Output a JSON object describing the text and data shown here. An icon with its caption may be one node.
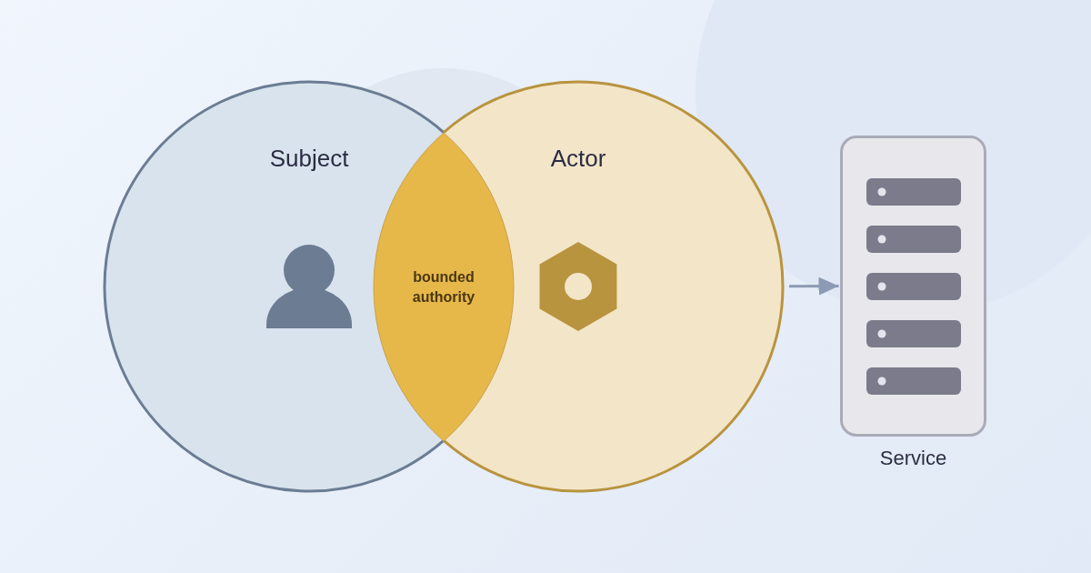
{
  "diagram": {
    "nodes": [
      {
        "text": [
          "Subject"
        ]
      },
      {
        "text": [
          "Actor"
        ]
      },
      {
        "text": [
          "bounded authority"
        ]
      },
      {
        "text": [
          "Service"
        ]
      }
    ],
    "edges": [
      {
        "from": 1,
        "to": 3,
        "arrow": "to"
      }
    ]
  }
}
